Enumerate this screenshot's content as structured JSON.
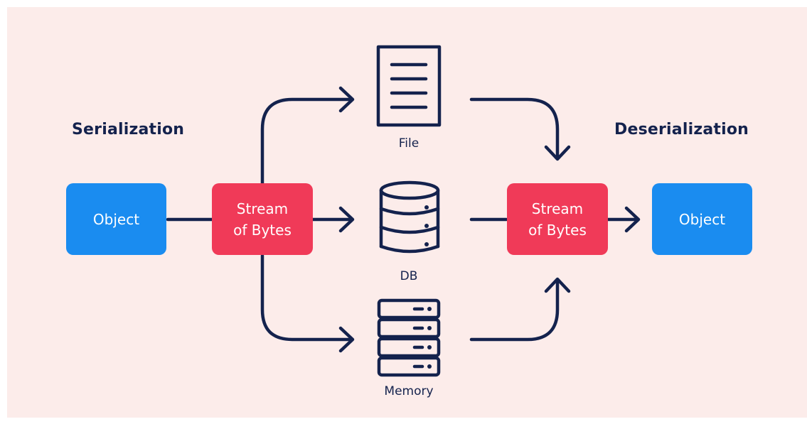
{
  "headings": {
    "left": "Serialization",
    "right": "Deserialization"
  },
  "nodes": {
    "source_object": "Object",
    "source_stream": "Stream\nof Bytes",
    "target_stream": "Stream\nof Bytes",
    "target_object": "Object"
  },
  "storage": {
    "file": "File",
    "db": "DB",
    "memory": "Memory"
  },
  "icons": {
    "file": "document-icon",
    "db": "database-icon",
    "memory": "server-icon"
  },
  "colors": {
    "background": "#fcecea",
    "object": "#1a8cf0",
    "stream": "#f03a58",
    "ink": "#14224d"
  }
}
